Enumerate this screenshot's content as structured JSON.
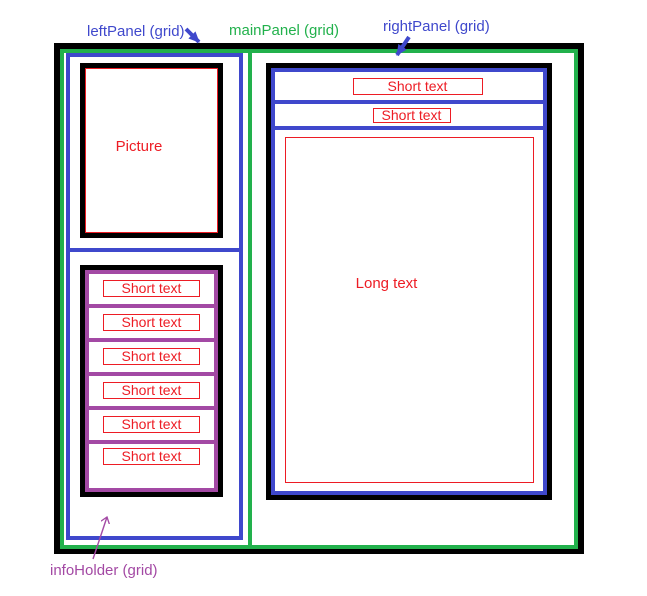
{
  "labels": {
    "left_panel": "leftPanel (grid)",
    "main_panel": "mainPanel (grid)",
    "right_panel": "rightPanel (grid)",
    "info_holder": "infoHolder (grid)"
  },
  "left_panel": {
    "picture_text": "Picture",
    "info_holder_items": [
      "Short text",
      "Short text",
      "Short text",
      "Short text",
      "Short text",
      "Short text"
    ]
  },
  "right_panel": {
    "header_rows": [
      "Short text",
      "Short text"
    ],
    "long_text": "Long text"
  },
  "colors": {
    "frame_black": "#000000",
    "main_panel_green": "#22B14C",
    "panel_blue": "#3F48CC",
    "info_holder_purple": "#A349A4",
    "text_red": "#ED1C24"
  }
}
